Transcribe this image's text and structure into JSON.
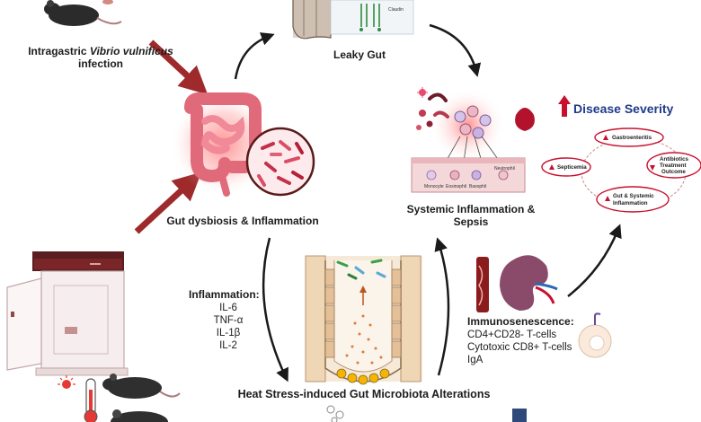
{
  "labels": {
    "infection_line1_prefix": "Intragastric ",
    "infection_line1_italic": "Vibrio vulnificus",
    "infection_line2": "infection",
    "leaky_gut": "Leaky Gut",
    "claudin": "Claudin",
    "gut_dysbiosis": "Gut dysbiosis & Inflammation",
    "systemic_line1": "Systemic Inflammation &",
    "systemic_line2": "Sepsis",
    "disease_severity": "Disease Severity",
    "heat_stress": "Heat Stress-induced Gut Microbiota Alterations",
    "inflammation_title": "Inflammation:",
    "cytokines": [
      "IL-6",
      "TNF-α",
      "IL-1β",
      "IL-2"
    ],
    "immuno_title": "Immunosenescence:",
    "immuno_items": [
      "CD4+CD28- T-cells",
      "Cytotoxic CD8+ T-cells",
      "IgA"
    ],
    "cell_labels": {
      "monocyte": "Monocyte",
      "eosinophil": "Eosinophil",
      "basophil": "Basophil",
      "neutrophil": "Neutrophil"
    },
    "severity_nodes": {
      "gastroenteritis": "Gastroenteritis",
      "septicemia": "Septicemia",
      "antibiotics_l1": "Antibiotics",
      "antibiotics_l2": "Treatment",
      "antibiotics_l3": "Outcome",
      "gut_systemic_l1": "Gut & Systemic",
      "gut_systemic_l2": "Inflammation"
    }
  },
  "colors": {
    "accent_red": "#c8102e",
    "arrow_dark_red": "#9e2a2b",
    "title_blue": "#1f3b8a",
    "arrow_black": "#1a1a1a"
  },
  "icons": [
    "mouse",
    "heat-chamber",
    "thermometer",
    "intestine",
    "bacteria-circle",
    "epithelium",
    "blood-drop",
    "kidney",
    "blood-vessel",
    "lymphocyte",
    "up-arrow"
  ]
}
